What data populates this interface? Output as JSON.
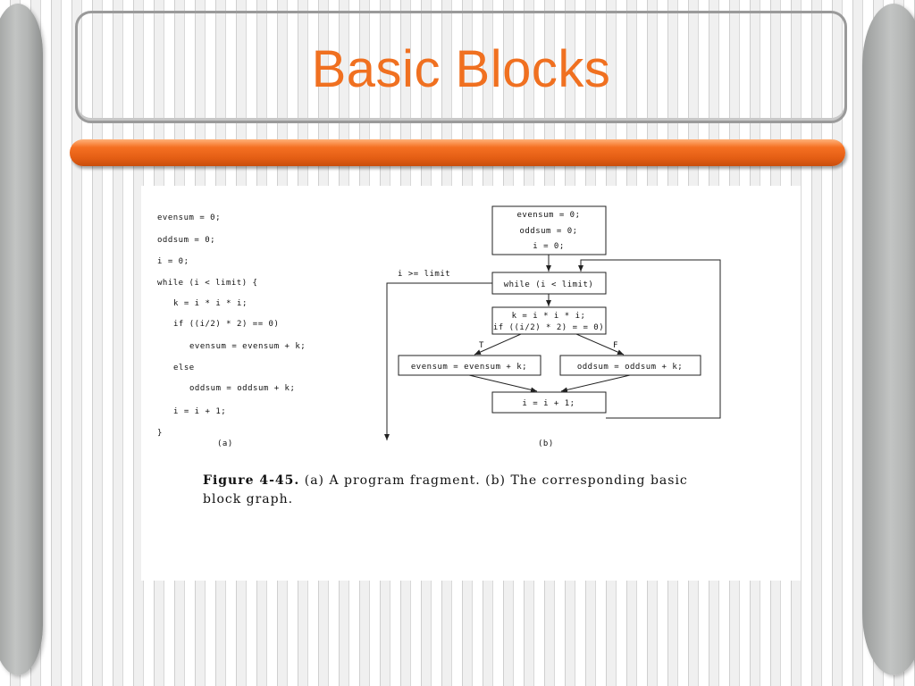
{
  "slide": {
    "title": "Basic Blocks"
  },
  "colors": {
    "title": "#f07020",
    "accent_bar": "#f57022"
  },
  "figure": {
    "code_lines": [
      "evensum = 0;",
      "oddsum = 0;",
      "i = 0;",
      "while (i < limit) {",
      "k = i * i * i;",
      "if ((i/2) * 2) == 0)",
      "evensum = evensum + k;",
      "else",
      "oddsum = oddsum + k;",
      "i = i + 1;",
      "}"
    ],
    "label_a": "(a)",
    "label_b": "(b)",
    "graph": {
      "init_block": [
        "evensum = 0;",
        "oddsum = 0;",
        "i = 0;"
      ],
      "loop_block": "while (i < limit)",
      "body_block": [
        "k = i * i * i;",
        "if ((i/2) * 2) = = 0)"
      ],
      "true_block": "evensum = evensum + k;",
      "false_block": "oddsum = oddsum + k;",
      "incr_block": "i = i + 1;",
      "exit_label": "i >= limit",
      "true_label": "T",
      "false_label": "F"
    },
    "caption": {
      "figure_number": "Figure 4-45.",
      "text": "(a) A program fragment. (b) The corresponding basic block graph."
    }
  }
}
